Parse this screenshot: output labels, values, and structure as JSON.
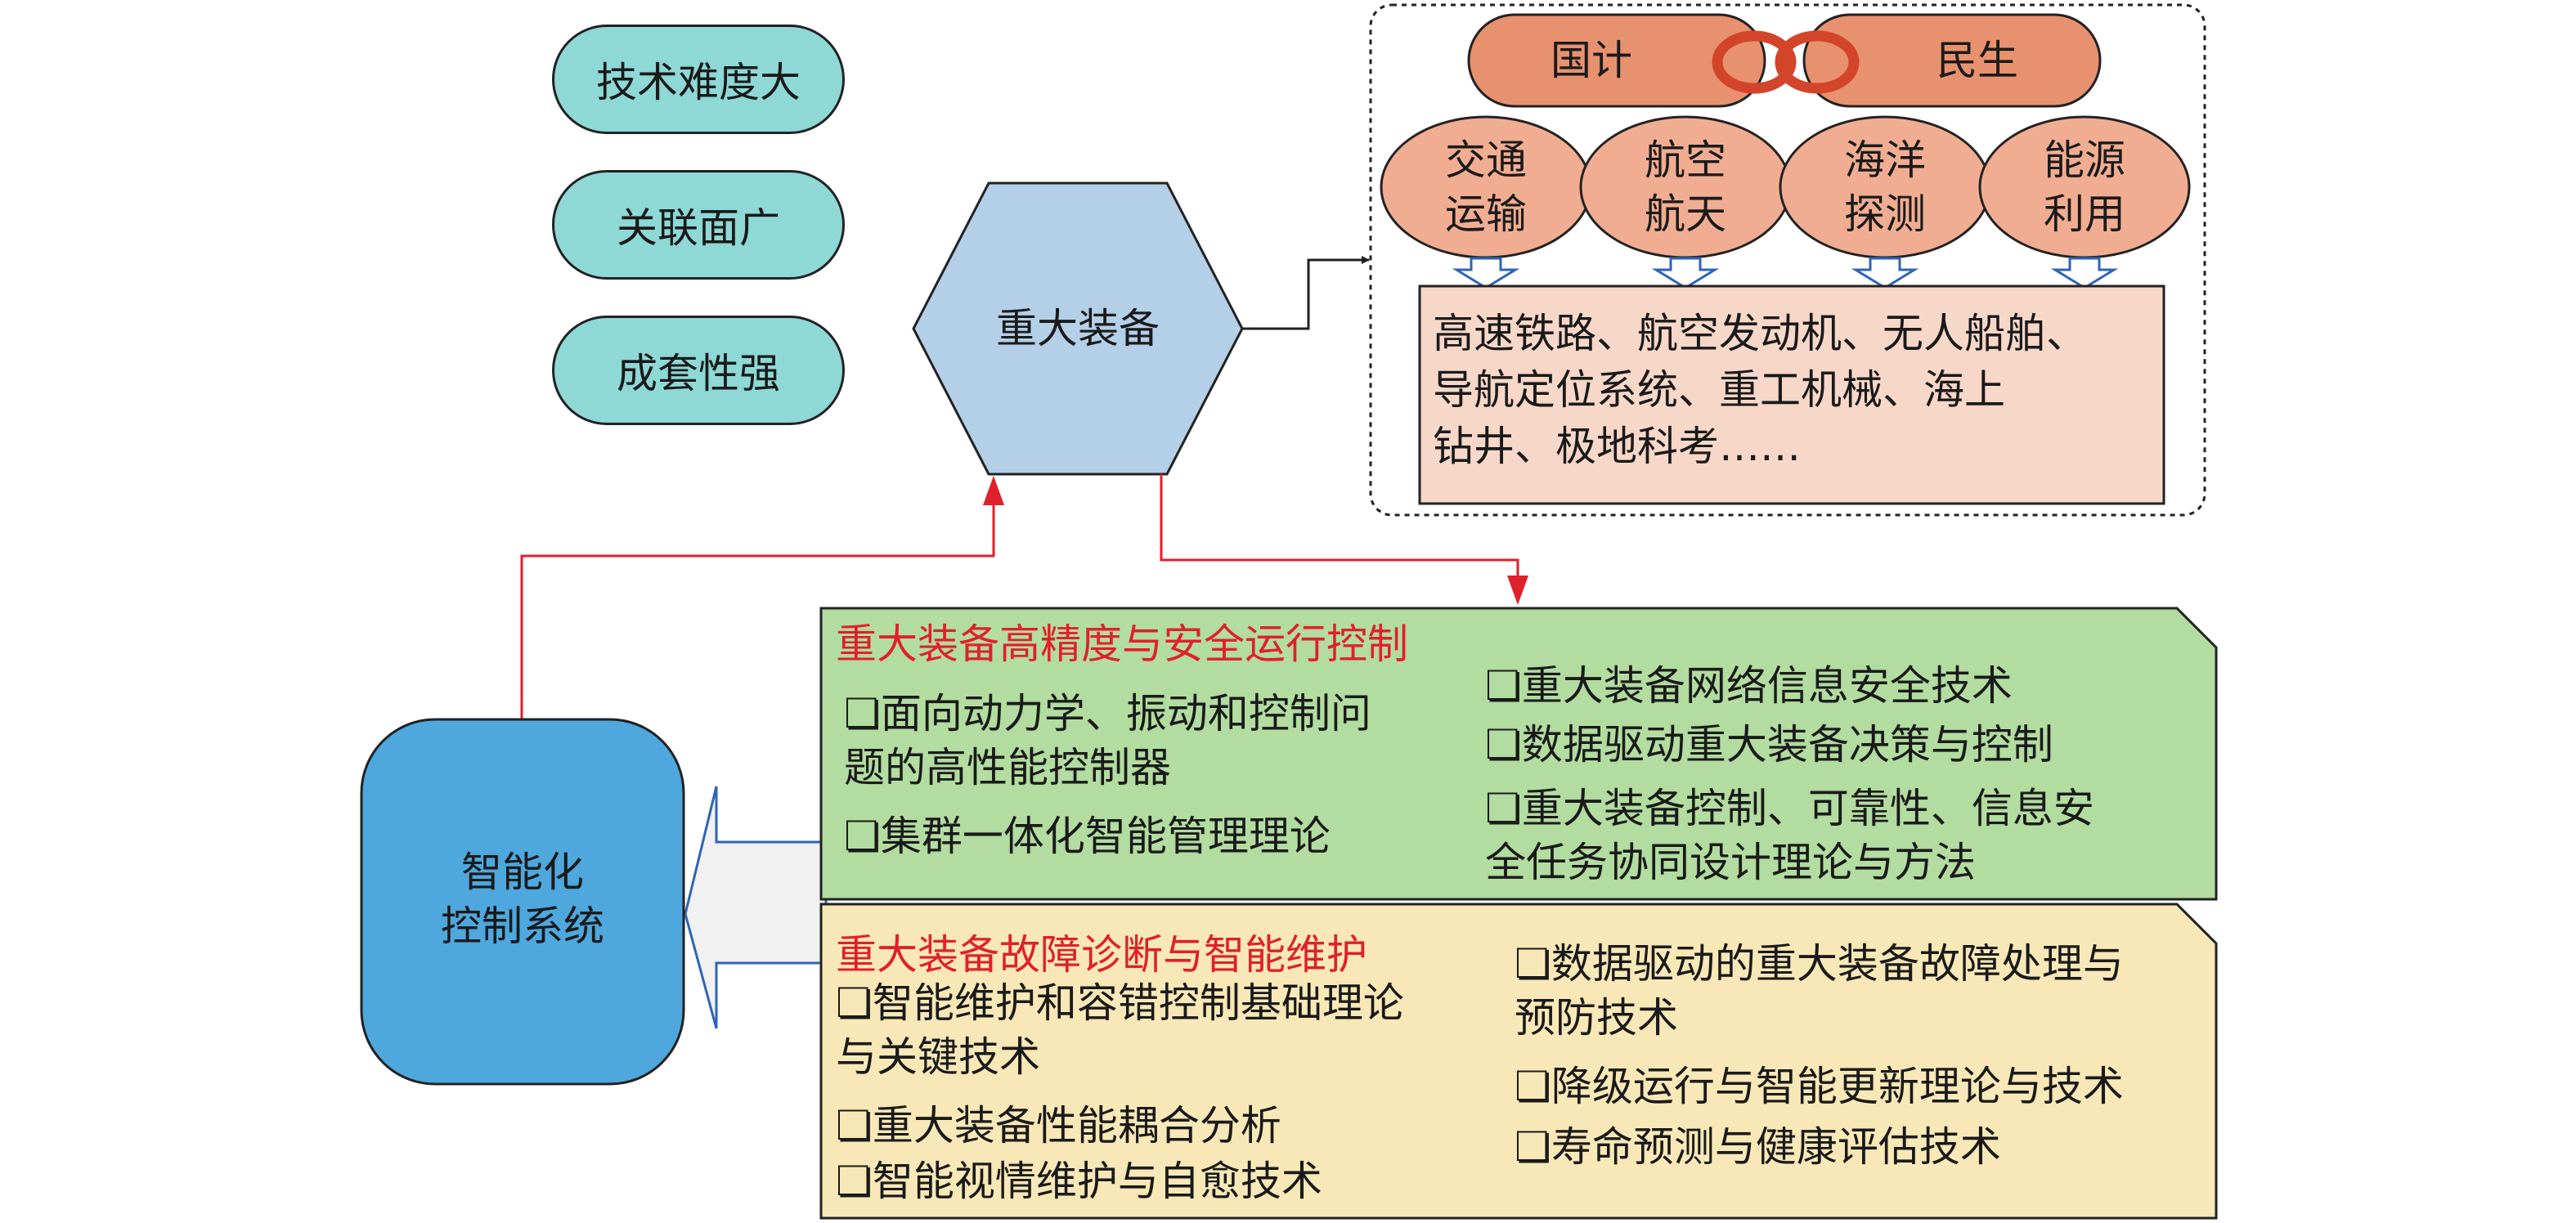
{
  "traits": [
    "技术难度大",
    "关联面广",
    "成套性强"
  ],
  "hexagon_label": "重大装备",
  "core_label": "智能化\n控制系统",
  "top_pills": {
    "left": "国计",
    "right": "民生"
  },
  "domains": [
    "交通\n运输",
    "航空\n航天",
    "海洋\n探测",
    "能源\n利用"
  ],
  "examples_text": "高速铁路、航空发动机、无人船舶、\n导航定位系统、重工机械、海上\n钻井、极地科考……",
  "sections": [
    {
      "title": "重大装备高精度与安全运行控制",
      "left_items": [
        "面向动力学、振动和控制问\n题的高性能控制器",
        "集群一体化智能管理理论"
      ],
      "right_items": [
        "重大装备网络信息安全技术",
        "数据驱动重大装备决策与控制",
        "重大装备控制、可靠性、信息安\n全任务协同设计理论与方法"
      ]
    },
    {
      "title": "重大装备故障诊断与智能维护",
      "left_items": [
        "智能维护和容错控制基础理论\n与关键技术",
        "重大装备性能耦合分析",
        "智能视情维护与自愈技术"
      ],
      "right_items": [
        "数据驱动的重大装备故障处理与\n预防技术",
        "降级运行与智能更新理论与技术",
        "寿命预测与健康评估技术"
      ]
    }
  ],
  "colors": {
    "trait_fill": "#8ed8d6",
    "hexagon_fill": "#b4cfe8",
    "core_fill": "#4ea7dd",
    "pill_fill": "#e8916e",
    "domain_fill": "#f1ad91",
    "examples_fill": "#f7d7c8",
    "green_fill": "#b2dca0",
    "yellow_fill": "#f8e8b7",
    "red_line": "#e0202a",
    "blue_arrow": "#2e64b7"
  }
}
